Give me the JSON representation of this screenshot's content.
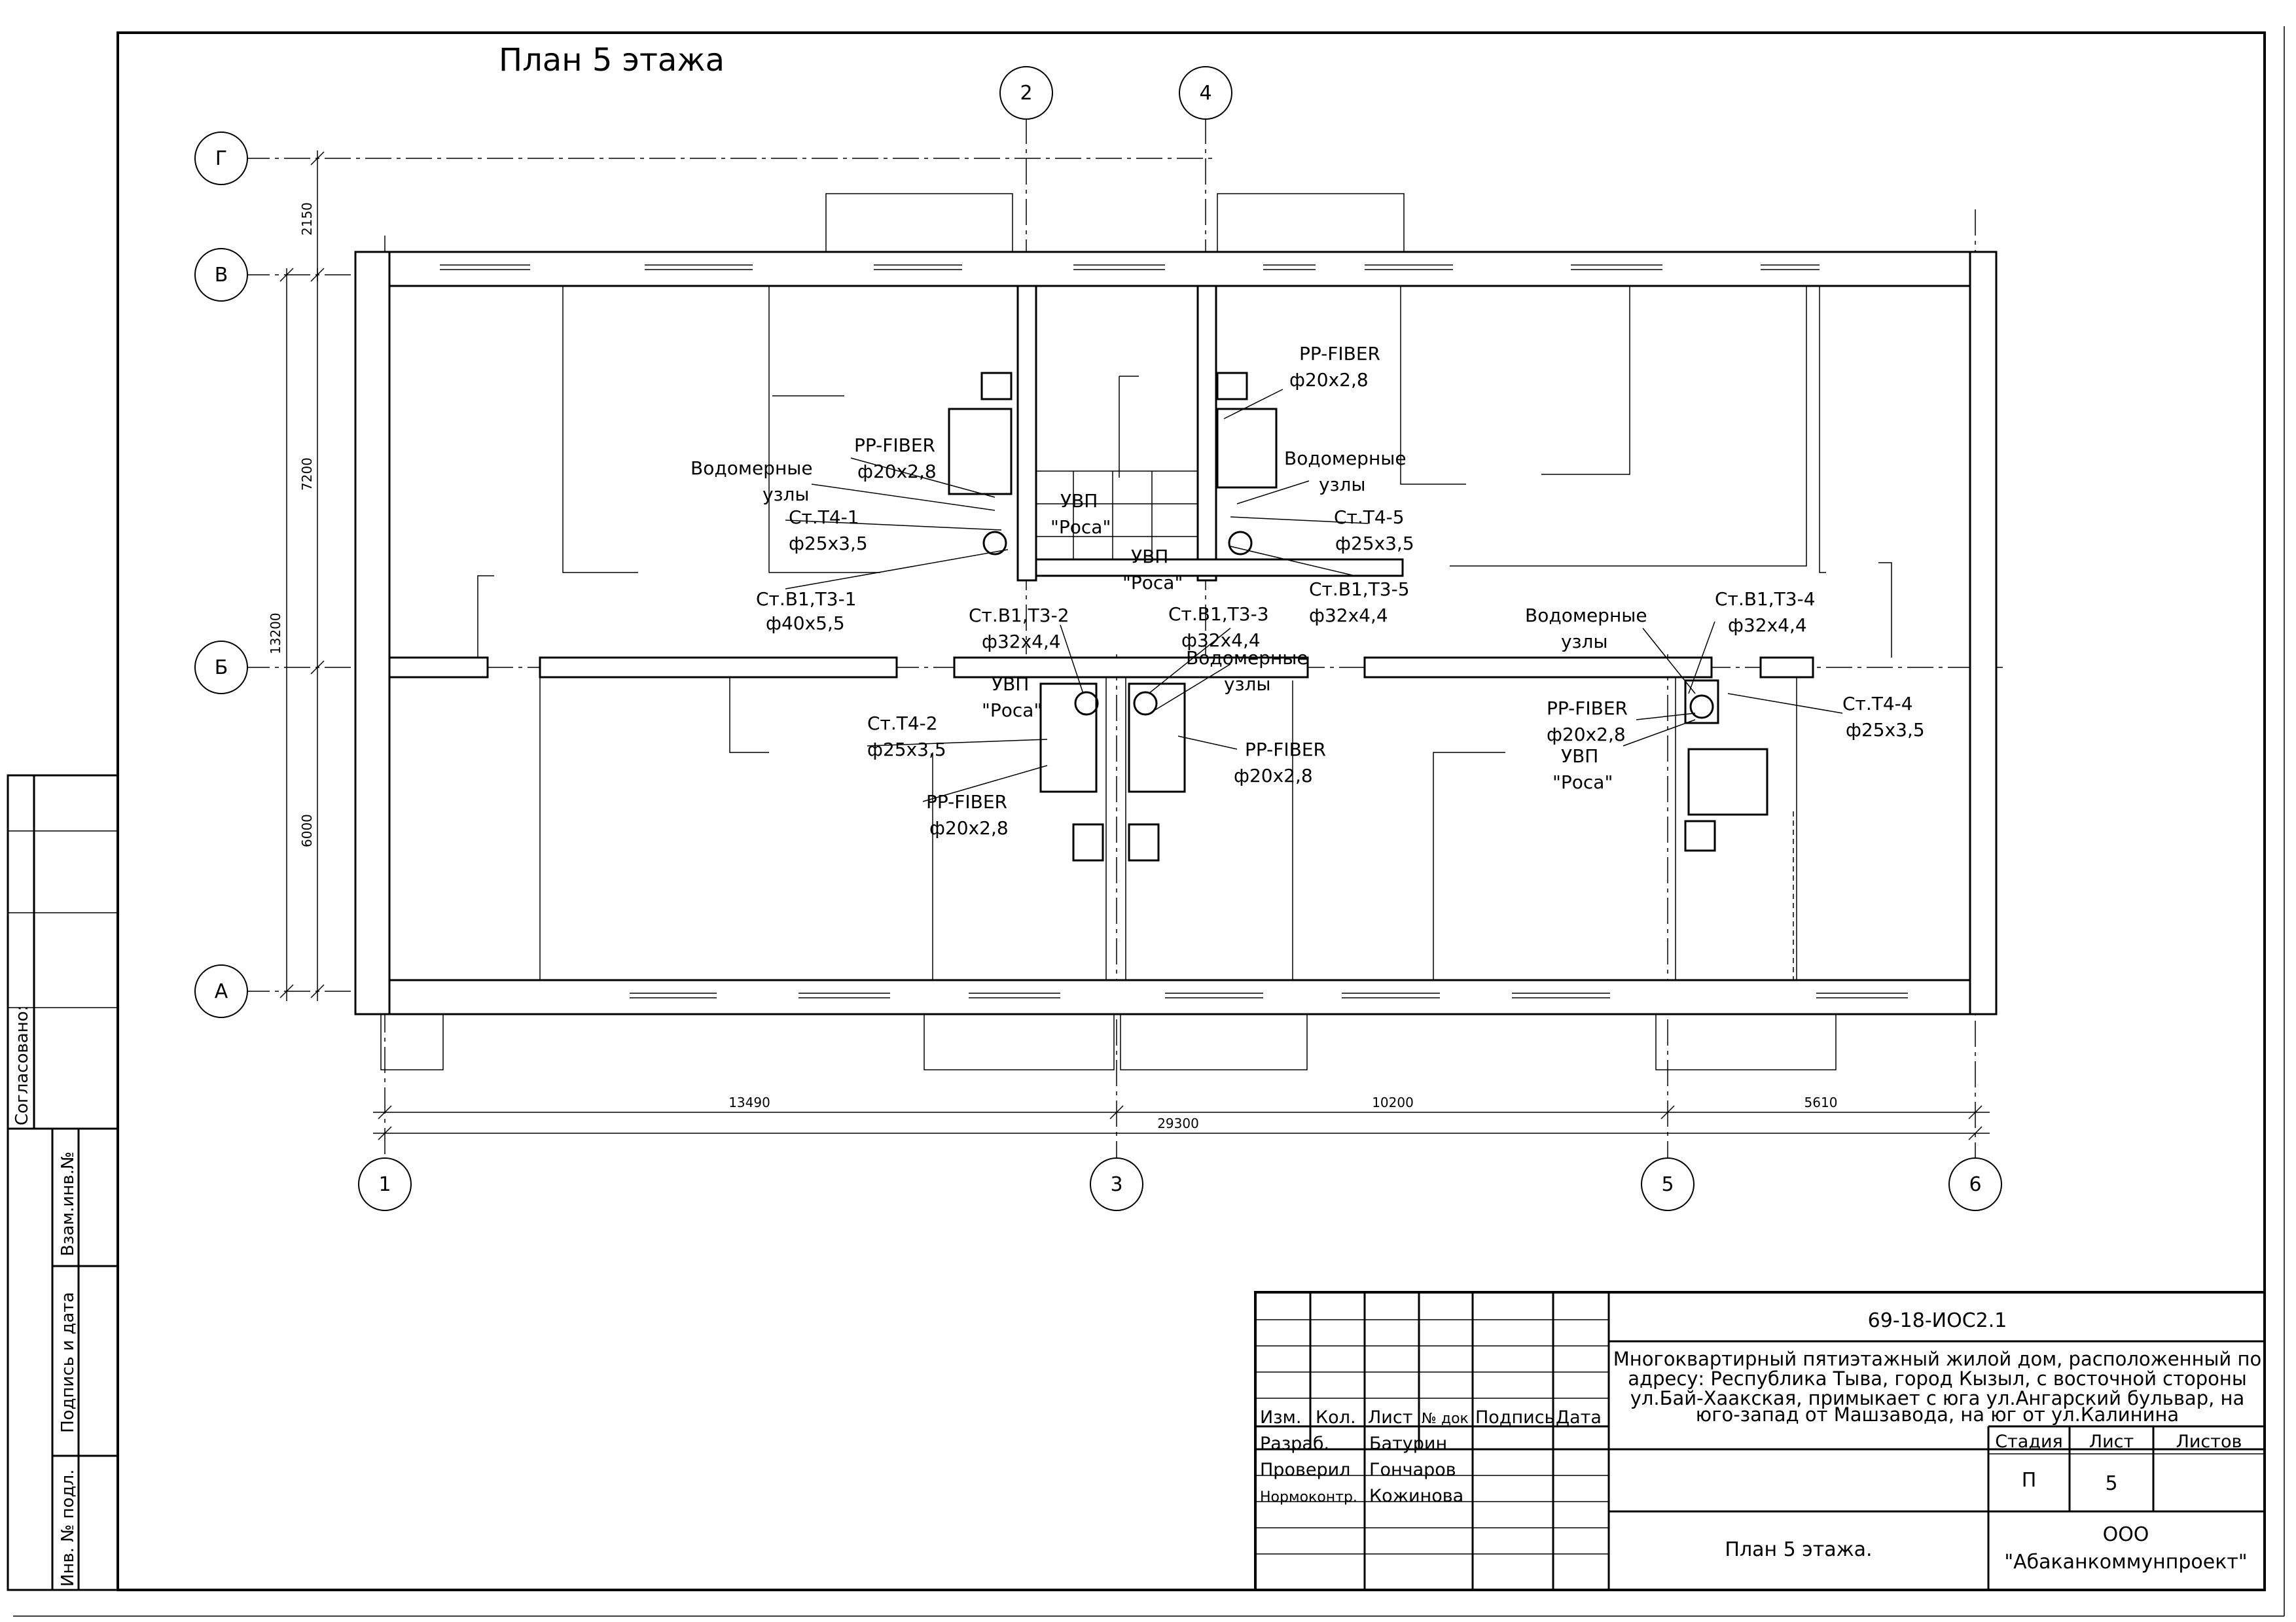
{
  "drawing": {
    "title": "План 5 этажа",
    "axes_letters": [
      "Г",
      "В",
      "Б",
      "А"
    ],
    "axes_numbers": [
      "2",
      "4",
      "1",
      "3",
      "5",
      "6"
    ],
    "dims_left": [
      "2150",
      "7200",
      "13200",
      "6000"
    ],
    "dims_bottom": [
      "13490",
      "10200",
      "5610",
      "29300"
    ],
    "labels": {
      "pp1": "PP-FIBER",
      "pp1d": "ф20х2,8",
      "wm1a": "Водомерные",
      "wm1b": "узлы",
      "st41": "Ст.Т4-1",
      "st41d": "ф25х3,5",
      "st_b1t31": "Ст.В1,Т3-1",
      "st_b1t31d": "ф40х5,5",
      "uvp1": "УВП",
      "rosa1": "\"Роса\"",
      "uvp2": "УВП",
      "rosa2": "\"Роса\"",
      "pp2": "PP-FIBER",
      "pp2d": "ф20х2,8",
      "wm2a": "Водомерные",
      "wm2b": "узлы",
      "st45": "Ст.Т4-5",
      "st45d": "ф25х3,5",
      "st_b1t35": "Ст.В1,Т3-5",
      "st_b1t35d": "ф32х4,4",
      "st_b1t32": "Ст.В1,Т3-2",
      "st_b1t32d": "ф32х4,4",
      "st_b1t33": "Ст.В1,Т3-3",
      "st_b1t33d": "ф32х4,4",
      "wm3a": "Водомерные",
      "wm3b": "узлы",
      "uvp3": "УВП",
      "rosa3": "\"Роса\"",
      "st42": "Ст.Т4-2",
      "st42d": "ф25х3,5",
      "pp3": "PP-FIBER",
      "pp3d": "ф20х2,8",
      "pp4": "PP-FIBER",
      "pp4d": "ф20х2,8",
      "wm4a": "Водомерные",
      "wm4b": "узлы",
      "st_b1t34": "Ст.В1,Т3-4",
      "st_b1t34d": "ф32х4,4",
      "pp5": "PP-FIBER",
      "pp5d": "ф20х2,8",
      "uvp4": "УВП",
      "rosa4": "\"Роса\"",
      "st44": "Ст.Т4-4",
      "st44d": "ф25х3,5"
    }
  },
  "side_stamp": {
    "soglasovano": "Согласовано:",
    "vzam": "Взам.инв.№",
    "podpis": "Подпись и дата",
    "inv": "Инв. № подл."
  },
  "title_block": {
    "code": "69-18-ИОС2.1",
    "object_lines": [
      "Многоквартирный пятиэтажный жилой дом, расположенный по",
      "адресу: Республика Тыва, город Кызыл, с восточной стороны",
      "ул.Бай-Хаакская, примыкает с юга ул.Ангарский бульвар, на",
      "юго-запад от Машзавода, на юг от ул.Калинина"
    ],
    "headers": [
      "Изм.",
      "Кол.",
      "Лист",
      "№ док",
      "Подпись",
      "Дата"
    ],
    "roles": [
      {
        "role": "Разраб.",
        "name": "Батурин"
      },
      {
        "role": "Проверил",
        "name": "Гончаров"
      },
      {
        "role": "Нормоконтр.",
        "name": "Кожинова"
      }
    ],
    "stage_header": "Стадия",
    "sheet_header": "Лист",
    "sheets_header": "Листов",
    "stage": "П",
    "sheet": "5",
    "sheets": "",
    "sheet_title": "План 5 этажа.",
    "company_line1": "ООО",
    "company_line2": "\"Абаканкоммунпроект\""
  }
}
